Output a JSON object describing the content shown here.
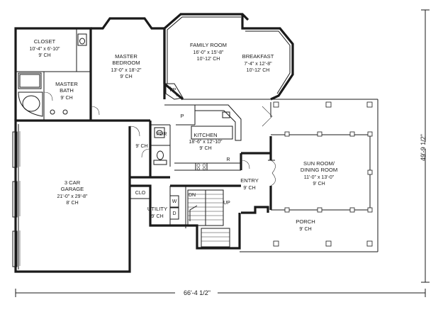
{
  "rooms": {
    "closet": {
      "name": "CLOSET",
      "size": "10'-4\" x 6'-10\"",
      "ceiling": "9' CH"
    },
    "master_bedroom": {
      "name1": "MASTER",
      "name2": "BEDROOM",
      "size": "13'-0\" x 18'-2\"",
      "ceiling": "9' CH"
    },
    "master_bath": {
      "name1": "MASTER",
      "name2": "BATH",
      "ceiling": "9' CH"
    },
    "family_room": {
      "name": "FAMILY ROOM",
      "size": "16'-0\" x 15'-8\"",
      "ceiling": "10'-12' CH"
    },
    "breakfast": {
      "name": "BREAKFAST",
      "size": "7'-4\" x 12'-8\"",
      "ceiling": "10'-12' CH"
    },
    "fp": {
      "name": "FP"
    },
    "pantry": {
      "name": "P"
    },
    "pdr": {
      "name": "PDR"
    },
    "kitchen": {
      "name": "KITCHEN",
      "size": "18'-6\" x 12'-10\"",
      "ceiling": "9' CH"
    },
    "range": {
      "name": "R"
    },
    "hall": {
      "ceiling": "9' CH"
    },
    "sun_room": {
      "name1": "SUN ROOM/",
      "name2": "DINING ROOM",
      "size": "11'-0\" x 13'-0\"",
      "ceiling": "9' CH"
    },
    "garage": {
      "name1": "3 CAR",
      "name2": "GARAGE",
      "size": "21'-0\" x 29'-8\"",
      "ceiling": "8' CH"
    },
    "clo": {
      "name": "CLO"
    },
    "entry": {
      "name": "ENTRY",
      "ceiling": "9' CH"
    },
    "dn": {
      "name": "DN"
    },
    "up": {
      "name": "UP"
    },
    "utility": {
      "name": "UTILITY",
      "ceiling": "9' CH"
    },
    "washer": {
      "name": "W"
    },
    "dryer": {
      "name": "D"
    },
    "porch": {
      "name": "PORCH",
      "ceiling": "9' CH"
    }
  },
  "dimensions": {
    "width": "66'-4 1/2\"",
    "depth": "49'-9 1/2\""
  }
}
